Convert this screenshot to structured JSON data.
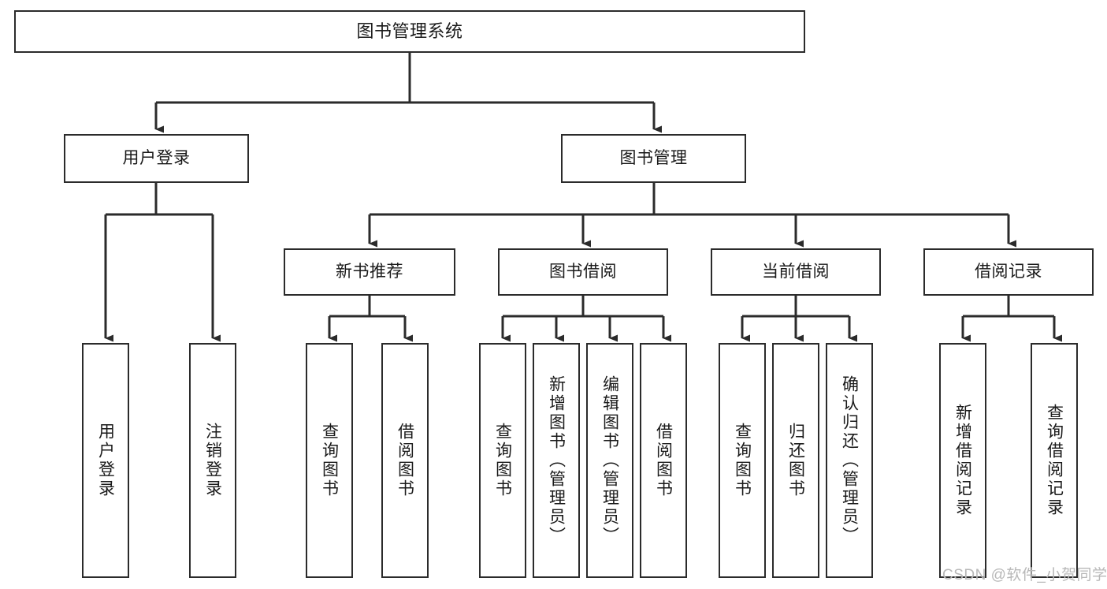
{
  "diagram": {
    "title": "图书管理系统",
    "type": "tree-hierarchy-chart",
    "colors": {
      "box_border": "#2b2b2b",
      "box_fill": "#ffffff",
      "edge": "#2b2b2b",
      "text": "#1a1a1a",
      "watermark": "#b8b8b8",
      "background": "#ffffff"
    },
    "root": {
      "label": "图书管理系统"
    },
    "level2": [
      {
        "label": "用户登录"
      },
      {
        "label": "图书管理"
      }
    ],
    "level3": [
      {
        "label": "新书推荐"
      },
      {
        "label": "图书借阅"
      },
      {
        "label": "当前借阅"
      },
      {
        "label": "借阅记录"
      }
    ],
    "leaves": {
      "user_login": [
        {
          "label": "用户登录"
        },
        {
          "label": "注销登录"
        }
      ],
      "new_book_recommend": [
        {
          "label": "查询图书"
        },
        {
          "label": "借阅图书"
        }
      ],
      "book_borrow": [
        {
          "label": "查询图书"
        },
        {
          "label": "新增图书（管理员）"
        },
        {
          "label": "编辑图书（管理员）"
        },
        {
          "label": "借阅图书"
        }
      ],
      "current_borrow": [
        {
          "label": "查询图书"
        },
        {
          "label": "归还图书"
        },
        {
          "label": "确认归还（管理员）"
        }
      ],
      "borrow_records": [
        {
          "label": "新增借阅记录"
        },
        {
          "label": "查询借阅记录"
        }
      ]
    },
    "watermark": "CSDN @软件_小贺同学"
  }
}
